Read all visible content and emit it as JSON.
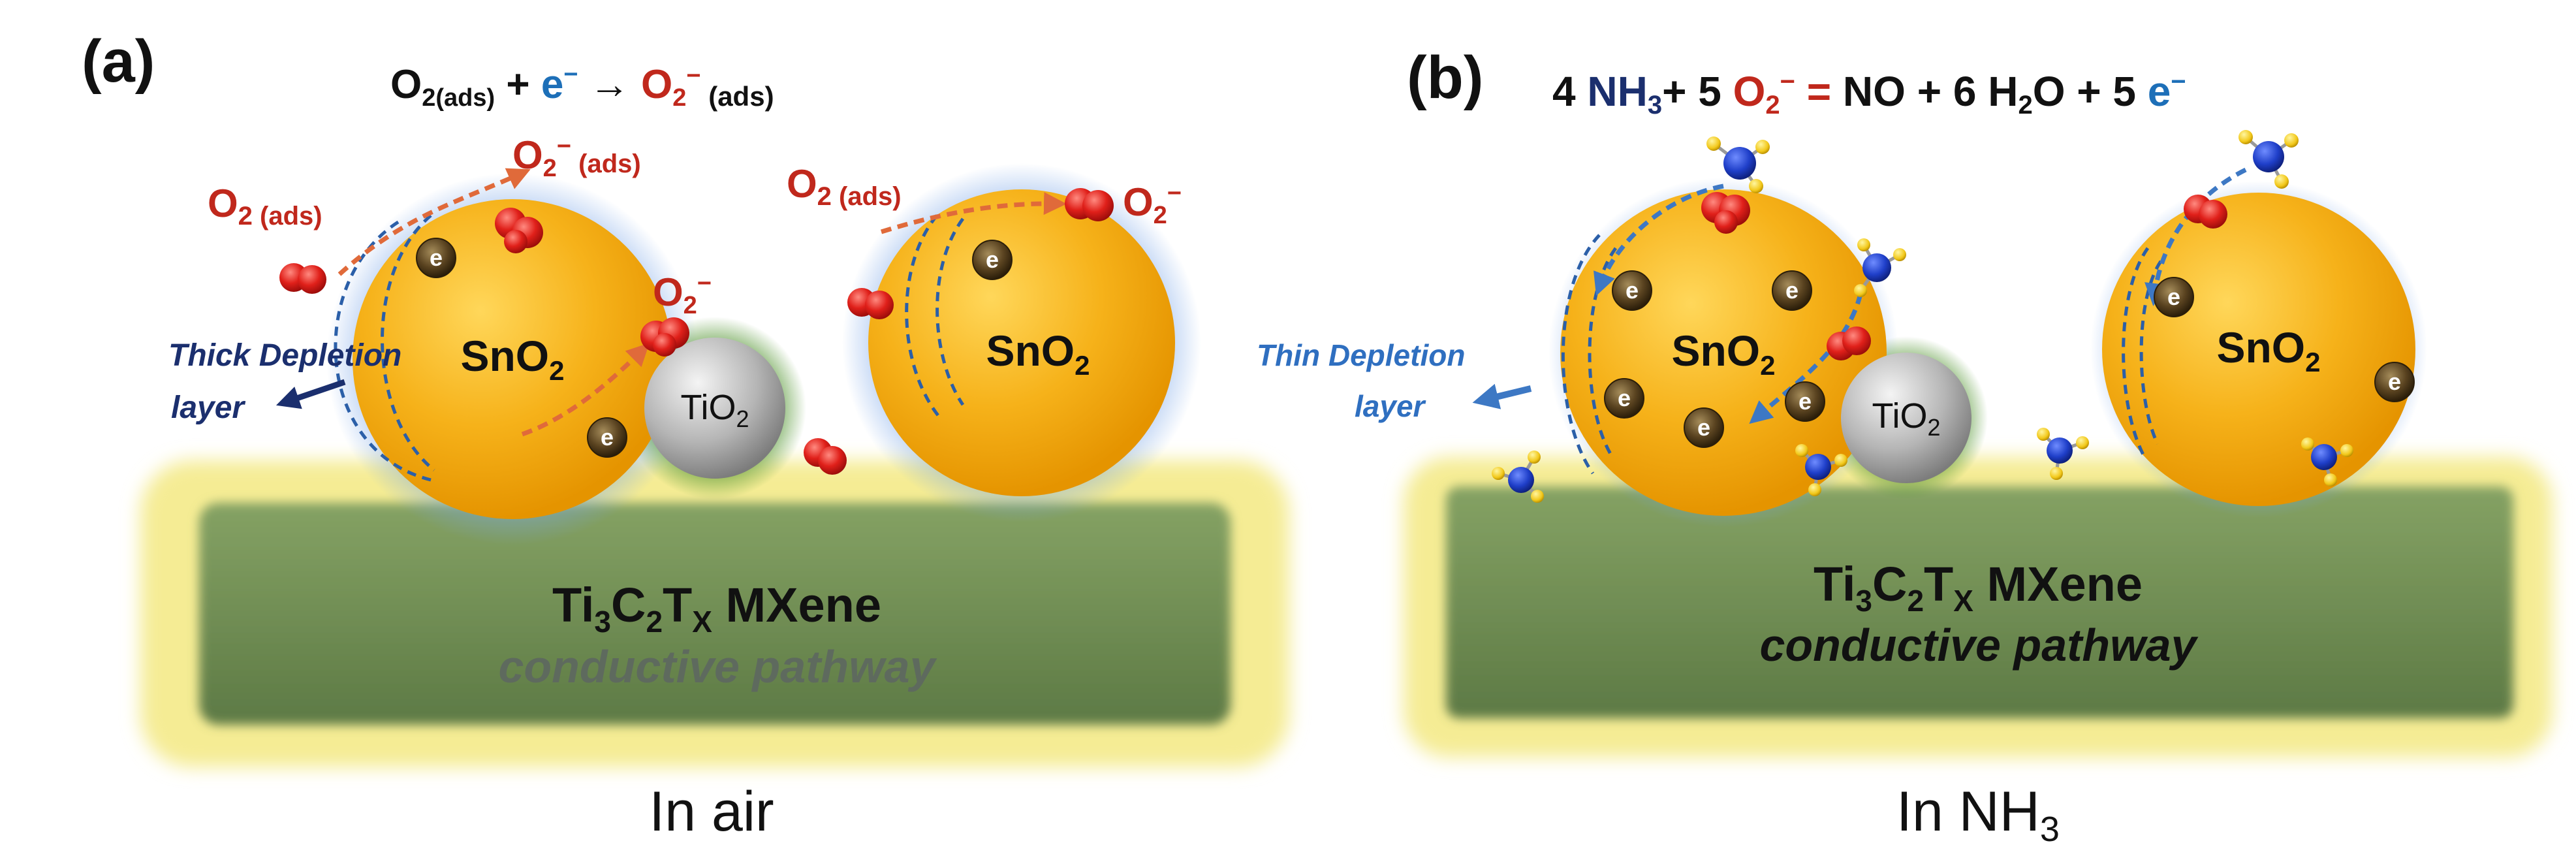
{
  "panel_a": {
    "tag": "(a)",
    "equation": {
      "o2": "O",
      "o2_sub": "2(ads)",
      "plus": " + ",
      "e": "e",
      "e_sup": "−",
      "arrow": " → ",
      "o2m": "O",
      "o2m_sub": "2",
      "o2m_sup": "−",
      "ads": " (ads)"
    },
    "o2_ads_left": {
      "o": "O",
      "sub": "2 (ads)"
    },
    "o2_minus_top": {
      "o": "O",
      "sub": "2",
      "sup": "−",
      "ads": " (ads)"
    },
    "o2_minus_mid": {
      "o": "O",
      "sub": "2",
      "sup": "−"
    },
    "o2_ads_right": {
      "o": "O",
      "sub": "2 (ads)"
    },
    "o2_minus_right": {
      "o": "O",
      "sub": "2",
      "sup": "−"
    },
    "depletion_line1": "Thick Depletion",
    "depletion_line2": "layer",
    "sno2": {
      "base": "SnO",
      "sub": "2"
    },
    "tio2": {
      "base": "TiO",
      "sub": "2"
    },
    "electron": "e",
    "mxene": {
      "t1": "Ti",
      "s1": "3",
      "t2": "C",
      "s2": "2",
      "t3": "T",
      "s3": "X",
      "t4": " MXene"
    },
    "pathway": "conductive pathway",
    "caption": "In air"
  },
  "panel_b": {
    "tag": "(b)",
    "equation": {
      "n4": "4 ",
      "nh3": "NH",
      "nh3_sub": "3",
      "plus5": "+ 5 ",
      "o2m": "O",
      "o2m_sub": "2",
      "o2m_sup": "−",
      "eq": " = ",
      "rest": "NO + 6 H",
      "h2o_sub": "2",
      "rest2": "O + 5 ",
      "e": "e",
      "e_sup": "−"
    },
    "depletion_line1": "Thin Depletion",
    "depletion_line2": "layer",
    "sno2": {
      "base": "SnO",
      "sub": "2"
    },
    "tio2": {
      "base": "TiO",
      "sub": "2"
    },
    "electron": "e",
    "mxene": {
      "t1": "Ti",
      "s1": "3",
      "t2": "C",
      "s2": "2",
      "t3": "T",
      "s3": "X",
      "t4": " MXene"
    },
    "pathway": "conductive pathway",
    "caption": "In NH",
    "caption_sub": "3"
  },
  "colors": {
    "oxygen_red": "#c0281c",
    "electron_blue": "#1d6fb8",
    "ammonia_navy": "#1b2f6e",
    "sno2_orange": "#f5a800",
    "mxene_green": "#6f8a4e",
    "mxene_halo": "#f3e98a"
  }
}
